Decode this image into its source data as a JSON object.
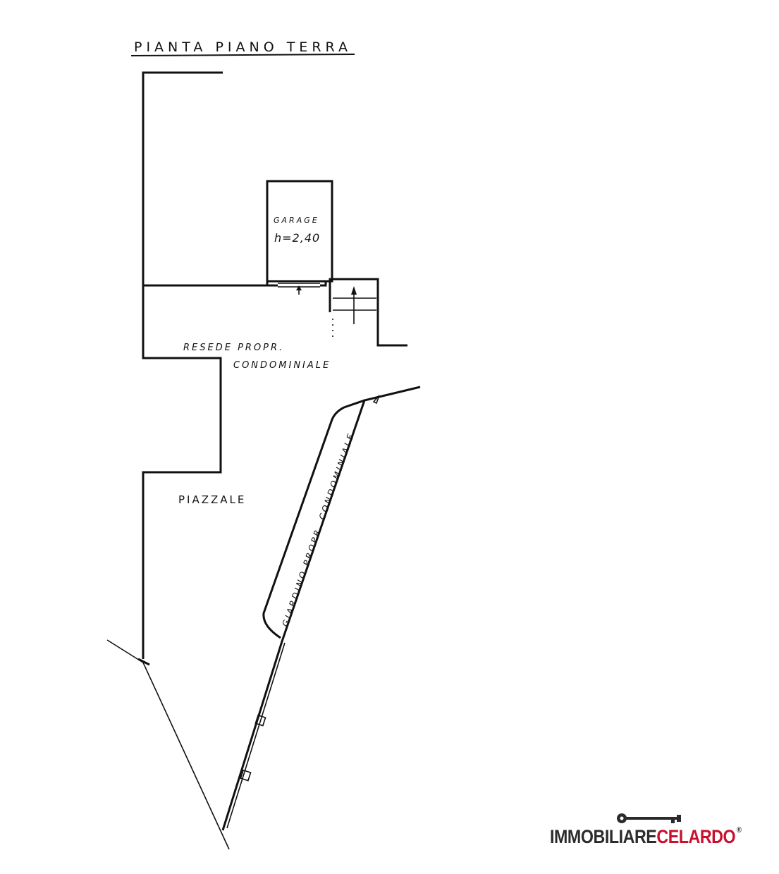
{
  "drawing": {
    "title": "PIANTA PIANO TERRA",
    "labels": {
      "garage": "GARAGE",
      "height": "h=2,40",
      "resede_line1": "RESEDE PROPR.",
      "resede_line2": "CONDOMINIALE",
      "piazzale": "PIAZZALE",
      "giardino": "GIARDINO PROPR. CONDOMINIALE"
    }
  },
  "logo": {
    "part1": "IMMOBILIARE",
    "part2": "CELARDO",
    "registered": "®",
    "icon": "key-icon",
    "color_dark": "#2b2b2b",
    "color_accent": "#c8102e"
  }
}
